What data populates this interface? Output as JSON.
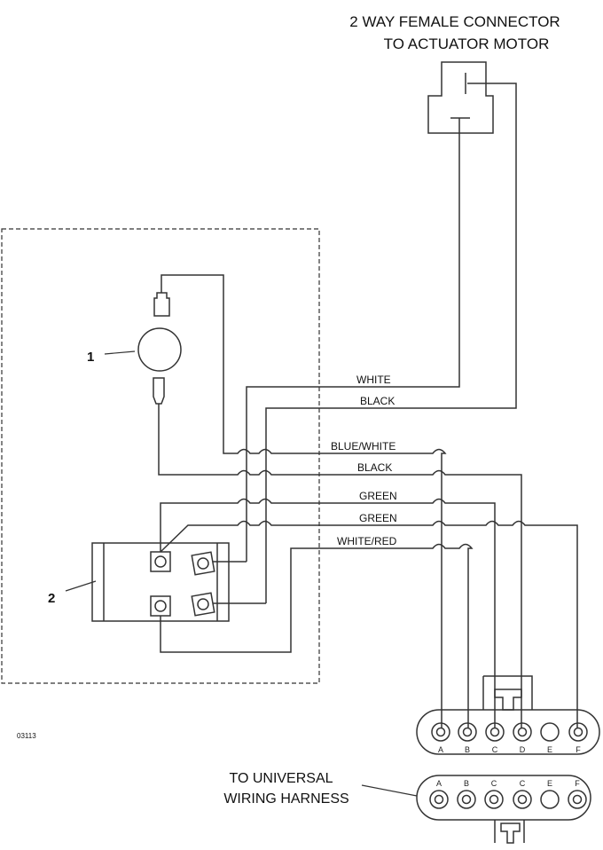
{
  "title_line1": "2 WAY FEMALE CONNECTOR",
  "title_line2": "TO ACTUATOR MOTOR",
  "callouts": {
    "item1": "1",
    "item2": "2"
  },
  "wires": {
    "white": "WHITE",
    "black_top": "BLACK",
    "blue_white": "BLUE/WHITE",
    "black_mid": "BLACK",
    "green1": "GREEN",
    "green2": "GREEN",
    "white_red": "WHITE/RED"
  },
  "figure_code": "03113",
  "harness_label_line1": "TO UNIVERSAL",
  "harness_label_line2": "WIRING HARNESS",
  "connector_pins": [
    "A",
    "B",
    "C",
    "D",
    "E",
    "F"
  ],
  "harness_pins": [
    "A",
    "B",
    "C",
    "C",
    "E",
    "F"
  ]
}
